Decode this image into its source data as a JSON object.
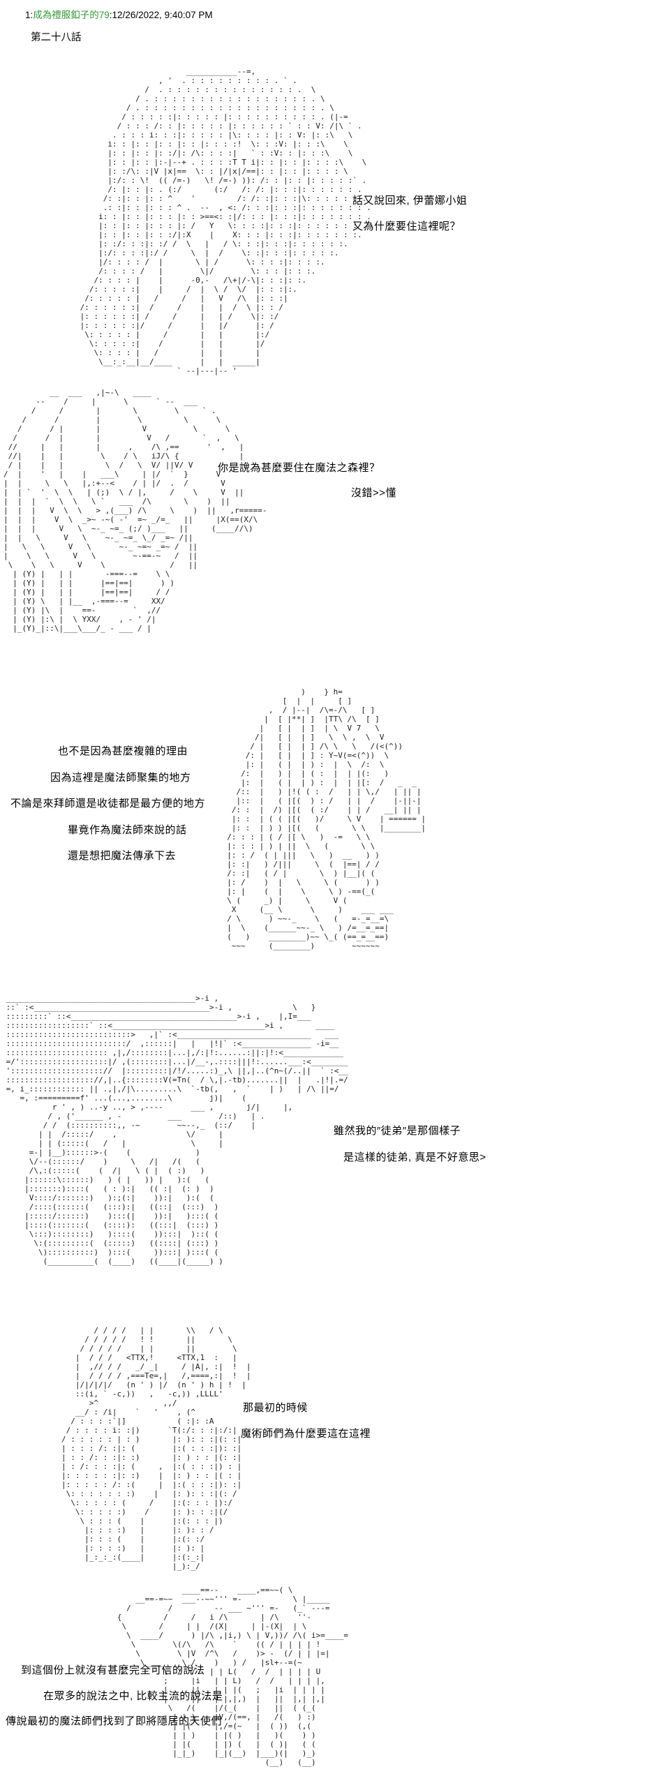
{
  "page": {
    "background_color": "#ffffff",
    "text_color": "#000000"
  },
  "header": {
    "post_number": "1:",
    "poster_name": "成為禮服釦子的79",
    "name_color": "#339933",
    "timestamp": ":12/26/2022, 9:40:07 PM"
  },
  "chapter_title": "第二十八話",
  "dialogues": [
    {
      "text": "話又說回來, 伊蕾娜小姐"
    },
    {
      "text": "又為什麼要住這裡呢？"
    },
    {
      "text": "你是說為甚麼要住在魔法之森裡？"
    },
    {
      "text": "沒錯>>懂"
    },
    {
      "text": "也不是因為甚麼複雜的理由"
    },
    {
      "text": "因為這裡是魔法師聚集的地方"
    },
    {
      "text": "不論是來拜師還是收徒都是最方便的地方"
    },
    {
      "text": "畢竟作為魔法師來說的話"
    },
    {
      "text": "還是想把魔法傳承下去"
    },
    {
      "text": "雖然我的″徒弟″是那個樣子"
    },
    {
      "text": "是這樣的徒弟, 真是不好意思>"
    },
    {
      "text": "那最初的時候"
    },
    {
      "text": "魔術師們為什麼要這在這裡"
    },
    {
      "text": "到這個份上就沒有甚麼完全可信的說法"
    },
    {
      "text": "在眾多的說法之中, 比較主流的說法是"
    },
    {
      "text": "傳說最初的魔法師們找到了即將隱居的天使們"
    }
  ],
  "panels": [
    {
      "art": [
        "                                ___________--=,",
        "                          , '  . : : : : : : : : : . ` .",
        "                       /  . : : : : : : : : : : : : : : .  \\",
        "                     / . : : : : : : : : : : : : : : : : : . \\",
        "                   / . : : : : : : : : : : : : : : : : : : : . \\",
        "                  / : : : : :|: : : : : |: : : : : : : : : : . (|-=",
        "                 / : : : /: : |: : : : : |: : : : : : ` : : V: /|\\ ` .",
        "                . : : : i: : :|: : : : : |\\: : : : |: : V: |: :\\   \\",
        "               i: : |: : |: : |: : |: : : :!  \\: : :V: |: : :\\    \\",
        "               |: : |: : |: :/|: /\\: : : :|   ` : :V: : |: : :\\    \\",
        "               |: : |: : |:-|--+ . : : : :T T i|: : |: : |: : : :\\    \\",
        "               |: :/\\: :|V |x|==  \\: : |/|x|/==|: : |: : |: : : : \\",
        "               |:/: : \\!  (( /=-)   \\! /=-) )): /: : |: : |: : : : :` .",
        "               /: |: : |: . (:/       (:/   /: /: |: : :|: : : : : : .",
        "              /: :|: : |: : ^    '         /: /: :|: : :|\\: : : : : : .",
        "              .: :|: : |: : : ^ .  --  , <: /: : :|: : :|: : : : : : : .",
        "             i: : |: : |: : : |: : >==<: :|/: : : |: : :|: : : : : : : .",
        "             |: : |: : |: : : |: /   Y   \\: : : :|: : :|: : : : : : : .",
        "             |: : |: : |: : :/|:X    |    X: : : |: : :|: : : : : : :.",
        "             |: :/: : :|: :/ /  \\   |   / \\: : :|: : :|: : : : : :.",
        "             |:/: : : :|:/ /     \\  |  /    \\: :|: : :|: : : : :.",
        "             |/: : : : /  |       \\ | /      \\: : : :|: : : :.",
        "             /: : : : /   |        \\|/        \\: : : |: : :.",
        "            /: : : : |    |      -0,-   /\\+|/-\\|: : :|: :.",
        "           /: : : : :|    |     /  |  \\ /  \\/  |: : :|:.",
        "          /: : : : : |   /     /   |   V   /\\  |: : :|",
        "         /: : : : : :|  /     /    |   |  /  \\ |: : /",
        "         |: : : : : :| /     /     |   | /    \\|: :/",
        "         |: : : : : :|/     /      |   |/      |: /",
        "          \\: : : : : |     /       |   |       |:/",
        "           \\: : : : :|    /        |   |       |/",
        "            \\: : : : |   /         |   |       |",
        "             \\__:_:__|__/____      |   |  _____|",
        "                              ` --|---|-- '"
      ]
    },
    {
      "art": [
        "          __  ___   ,|~-\\   ____",
        "       --    /     |      \\      ` --  ___",
        "      /     /       |       \\        \\     ` .",
        "    /      /        |        \\         \\      \\",
        "   /      / |       |         V          \\      \\",
        "  /      /  |       |          V   /       `  ,   \\",
        " //     |   |       |      ,    /\\ ,==      '  ,   |",
        " //|    |   |        \\    / \\   iJ/\\ {             |",
        " / |    |   |         \\  /   \\  V/ ||V/ V           )",
        "/  |    '   |    |   ___\\     | |/  `  }      V",
        "|  |     \\   \\   |,:+--<    / | |/  .  /       V",
        "|  | `  '  \\  \\   | (;)  \\ / |,     /    \\     V  ||",
        "|  |  |  `  \\  \\   \\ `   ___  /\\       \\    )  ||",
        "|  |  |   V  \\  \\   > ,(___) /\\     \\    )  ||   ,r=====-",
        "|  |  |    V  \\  _>~ -~( -'  =~ _/=_   ||     |X(==(X/\\",
        "|  |  |     V   \\  ~-_ ~=_ (;/ )___   ||     (____//\\)",
        "|  |   \\     V   \\    ~-_ ~=_ \\_/ _=~ /||",
        "|   \\   \\     V   \\      ~-_ ~=~ _=~ /  ||",
        "|    \\   \\     V   \\        ~-==-~   /  ||",
        " \\    \\   \\     V    \\              /   ||",
        "  | (Y) |   | |       -===--=    \\ \\",
        "  | (Y) |   | |      |==|==|      ) )",
        "  | (Y) |   | |      |==|==|     / /",
        "  | (Y) \\   | |__  ,-===--=     XX/",
        "  | (Y) |\\  |    ==-        `  ,//",
        "  | (Y) |:\\ |  \\ YXX/    , - ' /|",
        "  |_(Y)_|::\\|___\\___/_ - ___ / |"
      ]
    },
    {
      "art": [
        "                                               )    } h=",
        "                                           [  |  |     [ ]",
        "                                        ,  / |--|  /\\=-/\\   [ ]",
        "                                       |  [ |**| ]  |TT\\ /\\  [ ]",
        "                                      |   [ |  | ]  | \\  V 7   \\",
        "                                     /|   [ |  | ]   \\  \\ ,  \\  V",
        "                                    / |   [ |  | ] /\\ \\   \\   /(<(^))",
        "                                   /: |   [ |  | ] : Y~V(=<(^))  \\",
        "                                   |: |   ( |  | ) :  |  \\  /:  \\",
        "                                  /:  |   ) |  | ( :  |  | |(:   )",
        "                                  |:  |   ( |  | ) :  |  | |[:  /   _  _",
        "                                 /::  |   ) |!( ( :  /   | | \\,/   | || |",
        "                                 |::  |   ( |[(  ) : /   | |  /    |-||-|",
        "                                /: :  |  /) |[(  ( :/    | | /   __| || |",
        "                                |: :  | ( ( |[(   )/     \\ V    | ====== |",
        "                                |: :  | ) ) |[(   (       \\ \\   |________|",
        "                               /: : : | ( / |[ \\   )  -=   \\ \\",
        "                               |: : : | ) | ||  \\   (       \\ \\",
        "                               |: : /  ( | |||   \\   )  __   ) )",
        "                               |: :|   ) /|||     \\  (  |==| / /",
        "                               /: :|   ( / |       \\  ) |__|( (",
        "                               |: /    )  |   \\     \\ (      ) )",
        "                               |: |    (  |    \\     \\ ) -==(_(",
        "                               \\ (     _) |     \\     V (",
        "                                X     (__ \\      \\     )    ___ ___",
        "                               / \\      ) ~~-_    \\   (   =-_=__=\\",
        "                               |  \\    (______~~-_ \\   ) /=__=_==|",
        "                               (   )    ________)~~ \\_( (==_=__==)",
        "                                ~~~     (________)        ~~~~~~"
      ]
    },
    {
      "art": [
        " _________________________________________>-i ,",
        " ::` :<______________________________________>-i ,             \\   }",
        " :::::::::` ::<____________________________________>-i ,    |,I=___",
        " ::::::::::::::::::` ::<_________________________________>i ,       ____",
        " :::::::::::::::::::::::::::>   ,|` :<_____________________________   ___",
        " ::::::::::::::::::::::::::/  ,::::::|   |   |!|` :<_______________ -i=__",
        " :::::::::::::::::::::: ,|,/::::::::|...|,/:|!:......:||:|!:<_____________",
        " =/':::::::::::::::::::|/ ,(::::::::|...|/__-,.::::|||!:......___:<________",
        " ':::::::::::::::::::://  |:::::::::|/!/.....:)_,\\ ||,|..(^n~(/..||  ` :<__",
        " ::::::::::::::::::://,|..{::::::::V(=Tn(  / \\,|.-tb).......||  |   .|!|.=/",
        " =, i_:::::::::::: || .,|,/|\\.........\\  `-tb(,   ,  `    | )   | /\\ ||=/",
        "    =, :=========f' ...(...,........\\        j)|    (",
        "           r ' , ) ..-y .., > ,----      ___ ,       j/|     |,",
        "          / , ('______ , -          ___        /::)   | .",
        "         / /  (::::::::::,, -~        ~~--,_  (::/    |",
        "        | |  /:::::/    ,               \\/     |",
        "        | | (:::::(   /   |              \\     |",
        "      =-| |__)::::::>-(    (              )",
        "      \\/--(::::::/    )     \\   /|   /(   (",
        "      /\\,:(:::::(    (  /|   \\ ( |  ( :)   )",
        "     |::::::\\::::::)   ) ( |   )) |   ):(   (",
        "     |:::::::)::::(   ( : ):|   (( :|  (: )  )",
        "      V::::/:::::::)   ):;(:|    )):|   ):(  (",
        "      /::::(::::::(   (:::):|   ((::|  (:::)  )",
        "     |:::::/::::::)    ):::(|    )):|   ):::( (",
        "     |::::(:::::::(   (::::):   ((:::|  (:::) )",
        "      \\:::)::::::::)   )::::(    )):::|  )::( (",
        "       \\:(:::::::::(  (:::::)   ((::::| (:::) )",
        "        \\)::::::::::)  ):::(     )):::| ):::( (",
        "         (__________(  (____)   ((____|(_____) )"
      ]
    },
    {
      "art": [
        "               / / / /   | |       \\\\   / \\",
        "             / / / / /   ! !       ||       \\",
        "            / / / / /    | |       ||        \\",
        "           |  / / /   <TTX,!     <TTX,1  :   |",
        "           |  ,// / /   _/ _|     / |A|, :|  !  |",
        "           |  / / / / ,===Te=,|   /,====,:|  !  |",
        "           |/|/|/|/   (n ' ) |/  (n ' ) h | !  |",
        "           ::(i, ` -c,))   ,   -c,)) ,LLLL'",
        "              >^              ,,/",
        "           __/ : /i|    `   '    , (^",
        "          / : : : :`|]           ( :|: :A",
        "         / : : : : i: :|)      `T(:/: : :|:/:|",
        "        / : : : : : | : )       |: ): : :|(: :|",
        "        | : : : /: :|: (        |:( : : :|): :|",
        "        | : : /: : :|: :)       |: ) : : |(: :|",
        "        | : /: : : :|: (     ,  |:( : : :|) : |",
        "        |: : : : : :|: :)    |  |: ) : : |( : |",
        "        |: : : : : /: :(     |  |:( : : :|): :|",
        "         \\: : : : : : :)    |   |: ): : :|(: /",
        "          \\: : : : : (     /    |:(: : : |):/",
        "           \\: : : : :)    /     |: ): : :|(/",
        "            \\ : : : (    |      |:(: : : |)",
        "             |: : : :)   |      |: ): : /",
        "             |: : : (    |      |:(: :/",
        "             |: : : :)   |      |: ): |",
        "             |_:_:_:(____|      |:(:_:|",
        "                                |_):_/"
      ]
    },
    {
      "art": [
        "                         ____==--    ____,==~~( \\",
        "               __==-=~~  ___--~~''' =-           \\ |_____",
        "             /        /         -- ___ ~''' =-   (_` ---=",
        "           {         /     /   i /\\       | /\\    ''-",
        "            \\       /     | |  /(X|     | |-(X|  | \\",
        "             \\  ____/      ) |/\\ ,|i,) \\ | V,))/ /\\( i>=____=",
        "              \\        \\(/\\   /\\    `    (( / | | | | !",
        "               \\        \\ |V  /^\\   /    )> -  (/ | | |=|",
        "                \\____    \\ /    )   ) /   |sl+--=(~",
        "                     \\  /  /   | | L(   /  /  | | | | U",
        "                     ;     |i   | | L)   /  /   | | | |,",
        "                     |     ||   | | |(   ;   |i  | | | |",
        "                     |     ||   | |,|,)  |   ||  |,| |,|",
        "                      \\   /(    |/(_(    |   ||  ( (_(",
        "                       | | )    |V,/(==, |   /(   ) :)",
        "                       | |(     |,/=(~   |  ( ))  (,(",
        "                       | | )    | |( )   |   )(    ) )",
        "                       | |(     | |) (   |  ( )|   ( (",
        "                       |_|_)    |_|(__)  |___)(|   )_)",
        "                                           (__)   (__)"
      ]
    }
  ]
}
